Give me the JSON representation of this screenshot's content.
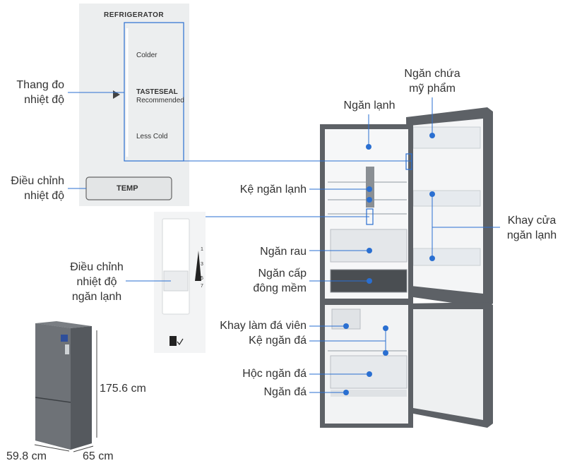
{
  "temp_panel": {
    "header": "REFRIGERATOR",
    "colder": "Colder",
    "recommended_brand": "TASTESEAL",
    "recommended": "Recommended",
    "less_cold": "Less Cold",
    "temp_button": "TEMP"
  },
  "slider_panel": {
    "scale": [
      "1",
      "3",
      "5",
      "7"
    ]
  },
  "labels": {
    "thang_do": [
      "Thang đo",
      "nhiệt độ"
    ],
    "dieu_chinh": [
      "Điều chỉnh",
      "nhiệt độ"
    ],
    "dieu_chinh_ngan_lanh": [
      "Điều chỉnh",
      "nhiệt độ",
      "ngăn lạnh"
    ],
    "ngan_lanh": "Ngăn lạnh",
    "ngan_chua_my_pham": [
      "Ngăn chứa",
      "mỹ phẩm"
    ],
    "ke_ngan_lanh": "Kệ ngăn lạnh",
    "khay_cua": [
      "Khay cửa",
      "ngăn lạnh"
    ],
    "ngan_rau": "Ngăn rau",
    "ngan_cap_dong": [
      "Ngăn cấp",
      "đông mềm"
    ],
    "khay_lam_da": "Khay làm đá viên",
    "ke_ngan_da": "Kệ ngăn đá",
    "hoc_ngan_da": "Hộc ngăn đá",
    "ngan_da": "Ngăn đá"
  },
  "dimensions": {
    "height": "175.6 cm",
    "width": "59.8 cm",
    "depth": "65 cm"
  },
  "colors": {
    "marker": "#2a6fd1",
    "line": "#2a6fd1",
    "panel_bg": "#eceeef",
    "fridge_body": "#5d6166"
  }
}
